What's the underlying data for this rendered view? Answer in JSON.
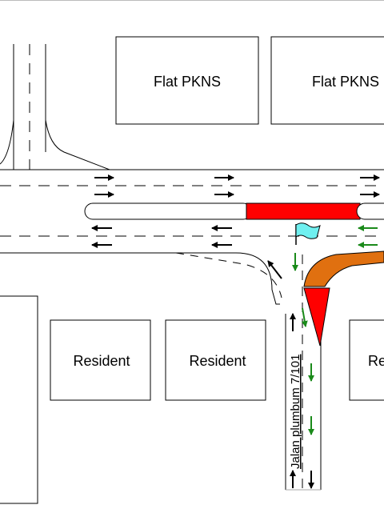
{
  "buildings": {
    "flat_1": "Flat PKNS",
    "flat_2": "Flat PKNS",
    "resident_1": "Resident",
    "resident_2": "Resident",
    "resident_3_partial": "Re"
  },
  "road_label": "Jalan plumbum 7/101",
  "colors": {
    "line": "#000000",
    "closure_bar": "#ff0000",
    "barrier_orange": "#e07010",
    "traffic_arrow_green": "#1a8a1a",
    "traffic_arrow_black": "#000000",
    "flag": "#6ff0f0"
  },
  "icons": [
    "flag-icon",
    "arrow-right-icon",
    "arrow-left-icon",
    "arrow-up-icon",
    "arrow-down-icon"
  ]
}
